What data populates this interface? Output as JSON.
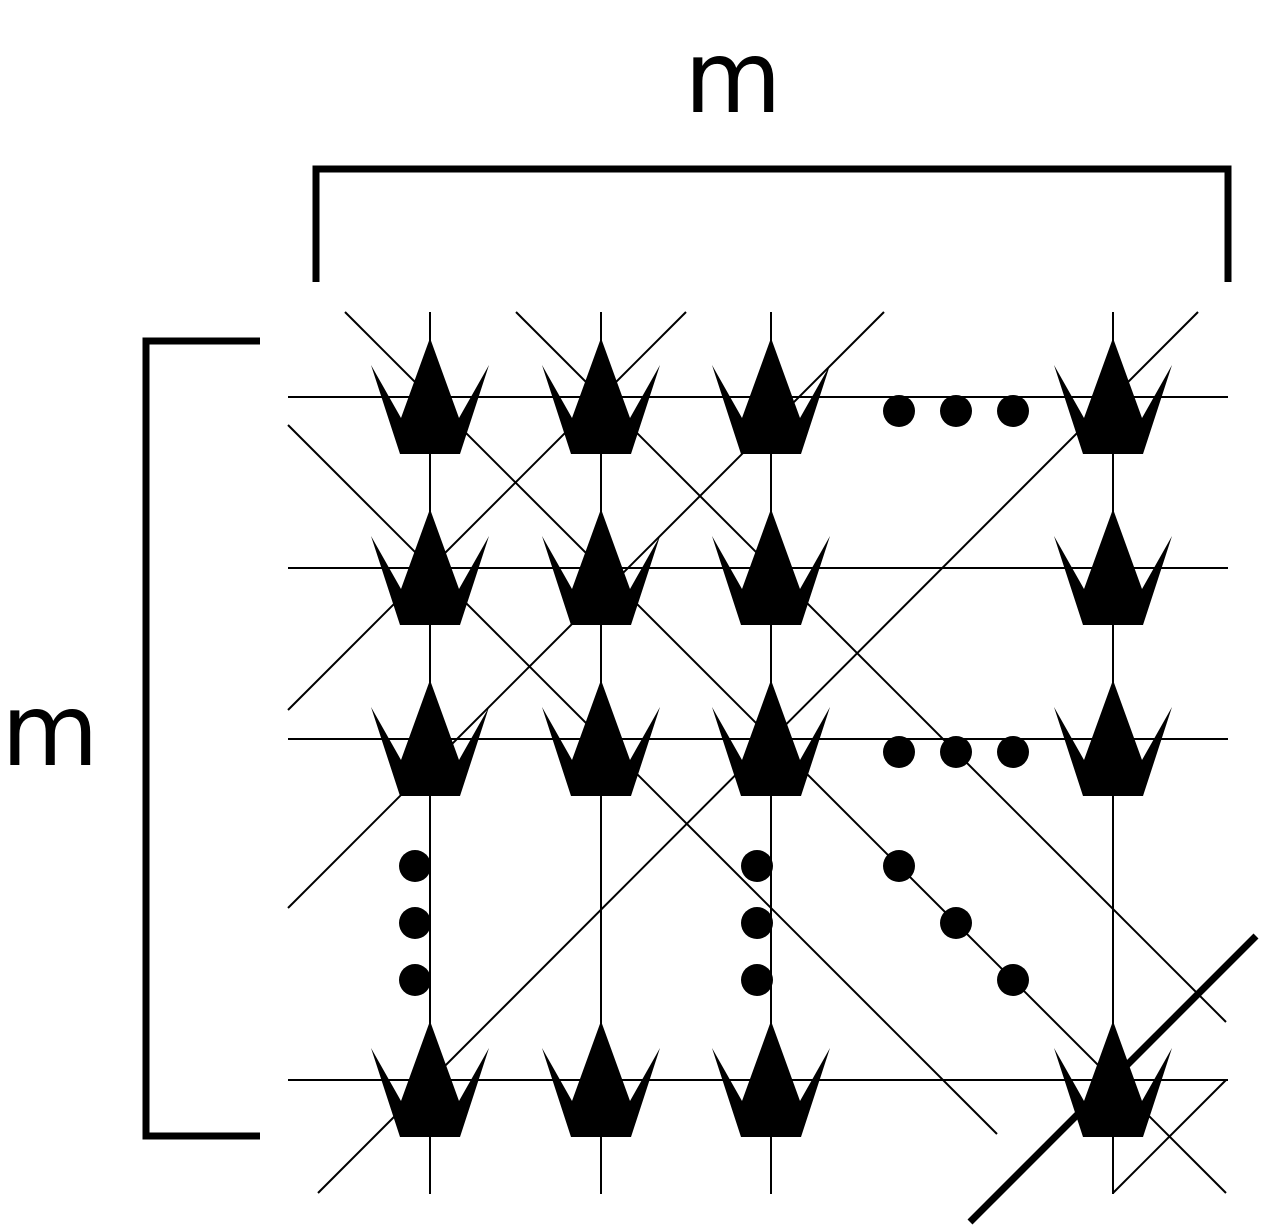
{
  "labels": {
    "top_dimension": "m",
    "left_dimension": "m"
  },
  "grid": {
    "columns": 4,
    "rows": 4,
    "cell_icon": "crown-icon",
    "ellipsis_icon": "dots-ellipsis"
  },
  "colors": {
    "ink": "#000000",
    "background": "#ffffff"
  }
}
